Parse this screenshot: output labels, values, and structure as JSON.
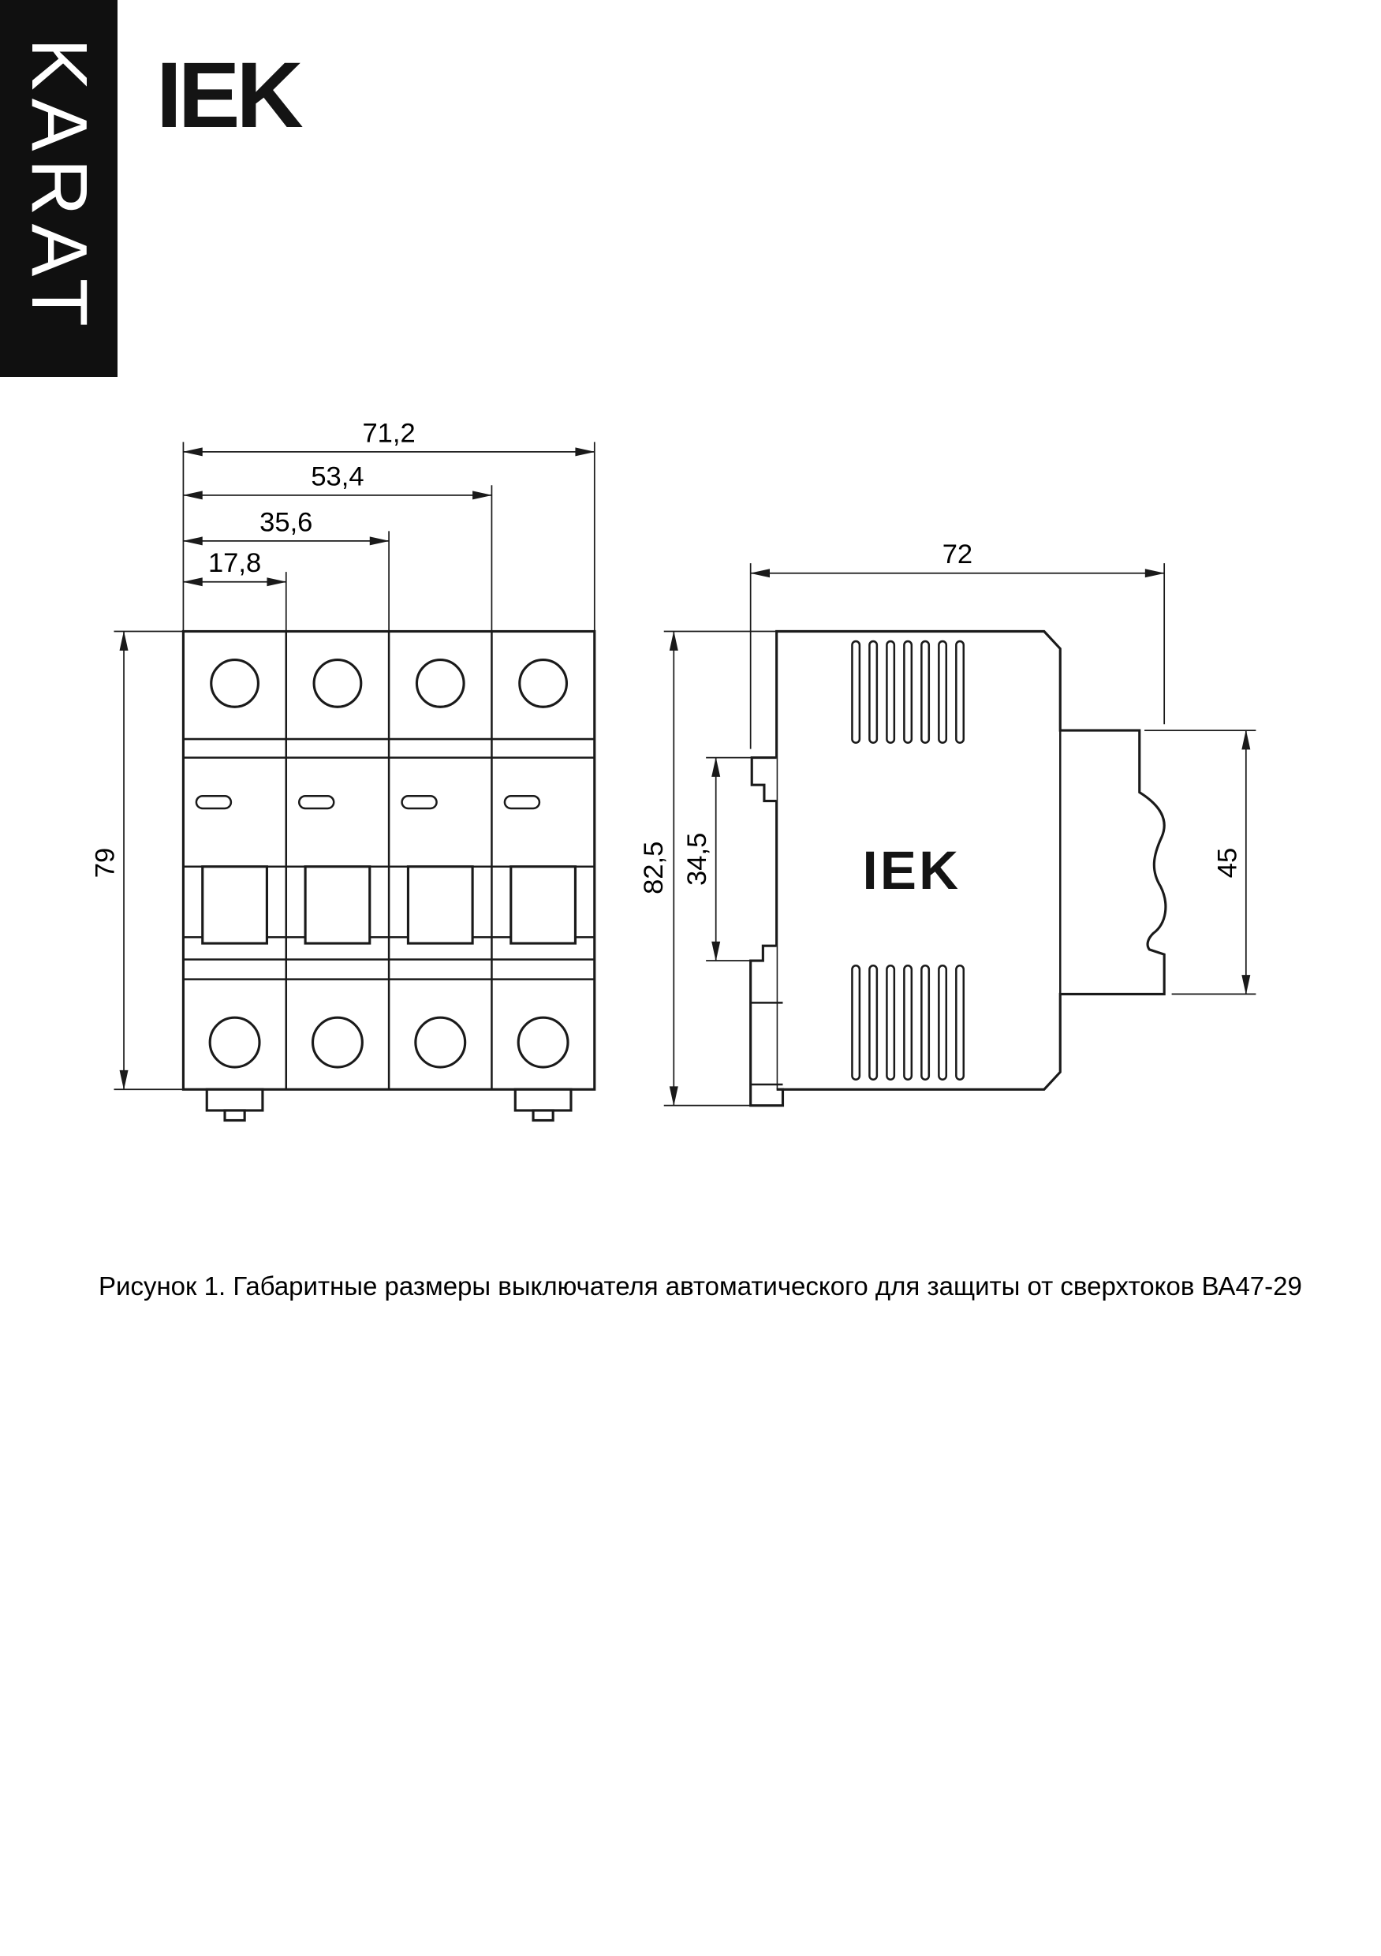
{
  "brand": {
    "karat": "KARAT",
    "logo": "IEK"
  },
  "front_view": {
    "dim_width_total": "71,2",
    "dim_width_3": "53,4",
    "dim_width_2": "35,6",
    "dim_width_1": "17,8",
    "dim_height": "79"
  },
  "side_view": {
    "dim_depth": "72",
    "dim_height_total": "82,5",
    "dim_rail_window": "34,5",
    "dim_front_height": "45",
    "device_logo": "IEK"
  },
  "figure": {
    "caption": "Рисунок 1. Габаритные размеры выключателя автоматического для защиты от сверхтоков ВА47-29"
  }
}
